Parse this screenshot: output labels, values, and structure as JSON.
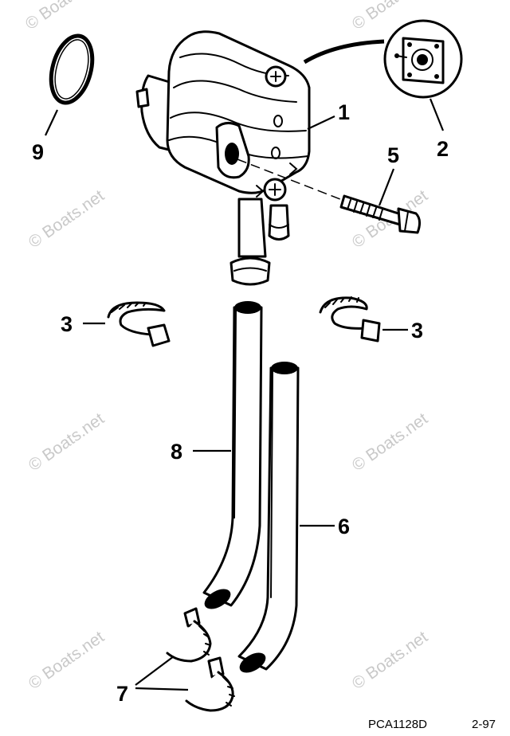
{
  "callouts": {
    "c1": "1",
    "c2": "2",
    "c3_left": "3",
    "c3_right": "3",
    "c5": "5",
    "c6": "6",
    "c7": "7",
    "c8": "8",
    "c9": "9"
  },
  "watermark": "© Boats.net",
  "footer": {
    "code": "PCA1128D",
    "date": "2-97"
  }
}
